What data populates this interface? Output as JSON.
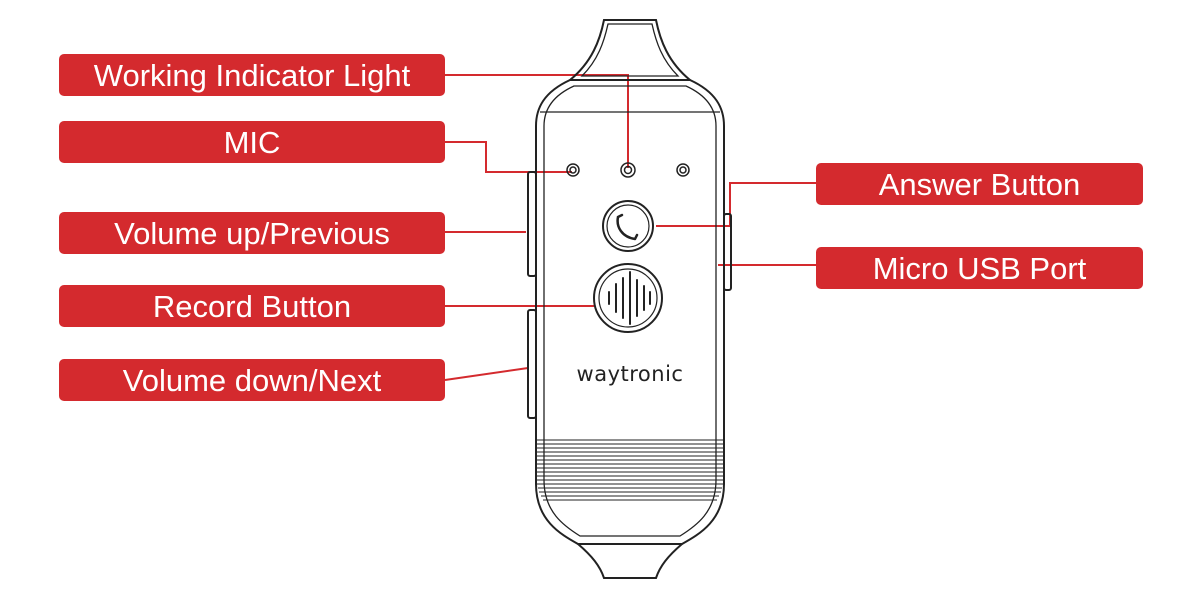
{
  "colors": {
    "label_background": "#d42a2e",
    "label_text": "#ffffff",
    "leader_line": "#d42a2e",
    "device_outline": "#222222"
  },
  "labels": {
    "working_indicator_light": "Working Indicator Light",
    "mic": "MIC",
    "volume_up_previous": "Volume up/Previous",
    "record_button": "Record Button",
    "volume_down_next": "Volume down/Next",
    "answer_button": "Answer Button",
    "micro_usb_port": "Micro USB Port"
  },
  "device": {
    "brand": "waytronic",
    "icons": [
      "phone-handset-icon",
      "sound-wave-icon"
    ]
  }
}
